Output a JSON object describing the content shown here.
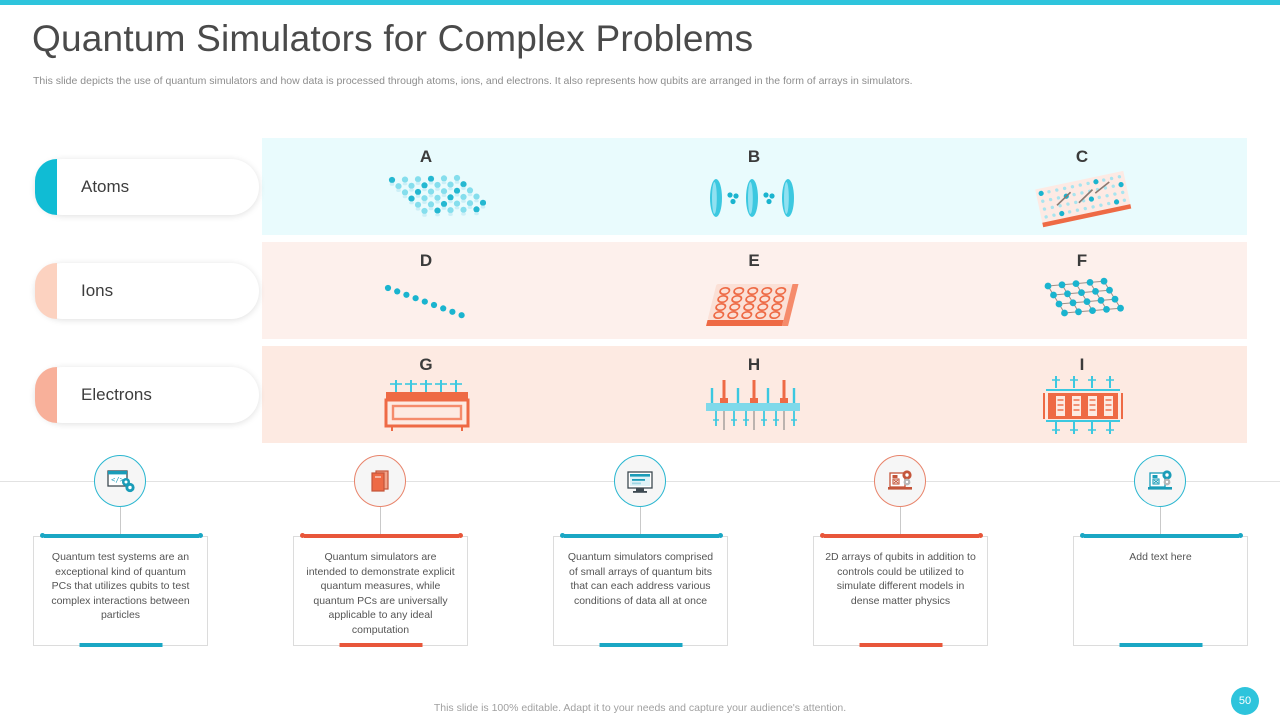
{
  "theme": {
    "accent_teal": "#2ec4dc",
    "accent_teal_dark": "#18a9c4",
    "accent_orange": "#ea5b3a",
    "atoms_cap": "#10bcd4",
    "ions_cap": "#fcd2c0",
    "electrons_cap": "#f8b09a",
    "row_bg_atoms": "#e9fbfd",
    "row_bg_ions": "#fdf0ec",
    "row_bg_electrons": "#fdeae2",
    "title_color": "#4a4a4a",
    "body_color": "#555555"
  },
  "header": {
    "title": "Quantum Simulators for Complex Problems",
    "subtitle": "This slide depicts the use of quantum simulators and how data is processed through atoms, ions, and electrons. It also represents how qubits are arranged in the form of arrays in simulators."
  },
  "categories": [
    {
      "label": "Atoms",
      "cap_color": "#10bcd4",
      "row_bg": "#e9fbfd"
    },
    {
      "label": "Ions",
      "cap_color": "#fcd2c0",
      "row_bg": "#fdf0ec"
    },
    {
      "label": "Electrons",
      "cap_color": "#f8b09a",
      "row_bg": "#fdeae2"
    }
  ],
  "matrix": {
    "rows": [
      {
        "category": "Atoms",
        "cells": [
          {
            "letter": "A",
            "art": "atom-array-grid-icon"
          },
          {
            "letter": "B",
            "art": "optical-lattice-lenses-icon"
          },
          {
            "letter": "C",
            "art": "tilted-qubit-plate-icon"
          }
        ]
      },
      {
        "category": "Ions",
        "cells": [
          {
            "letter": "D",
            "art": "ion-chain-icon"
          },
          {
            "letter": "E",
            "art": "ion-trap-plate-icon"
          },
          {
            "letter": "F",
            "art": "qubit-lattice-mesh-icon"
          }
        ]
      },
      {
        "category": "Electrons",
        "cells": [
          {
            "letter": "G",
            "art": "electron-chip-device-icon"
          },
          {
            "letter": "H",
            "art": "control-lines-icon"
          },
          {
            "letter": "I",
            "art": "quantum-processor-chip-icon"
          }
        ]
      }
    ]
  },
  "cards": [
    {
      "icon": "code-window-gears-icon",
      "accent": "#1aa7c4",
      "text": "Quantum test systems are an exceptional kind of quantum PCs that utilizes qubits to test complex interactions between particles"
    },
    {
      "icon": "stacked-books-icon",
      "accent": "#e8563a",
      "text": "Quantum simulators are intended to demonstrate explicit quantum measures, while quantum PCs are universally applicable to any ideal computation"
    },
    {
      "icon": "monitor-screen-icon",
      "accent": "#1aa7c4",
      "text": "Quantum simulators comprised of small arrays of quantum bits that can each address various conditions of data all at once"
    },
    {
      "icon": "laptop-gear-icon",
      "accent": "#e8563a",
      "text": "2D arrays of qubits in addition to controls could be utilized to simulate different models in dense matter physics"
    },
    {
      "icon": "laptop-gear-teal-icon",
      "accent": "#1aa7c4",
      "text": "Add text here"
    }
  ],
  "footer": {
    "note": "This slide is 100% editable. Adapt it to your needs and capture your audience's attention.",
    "page_number": "50"
  }
}
